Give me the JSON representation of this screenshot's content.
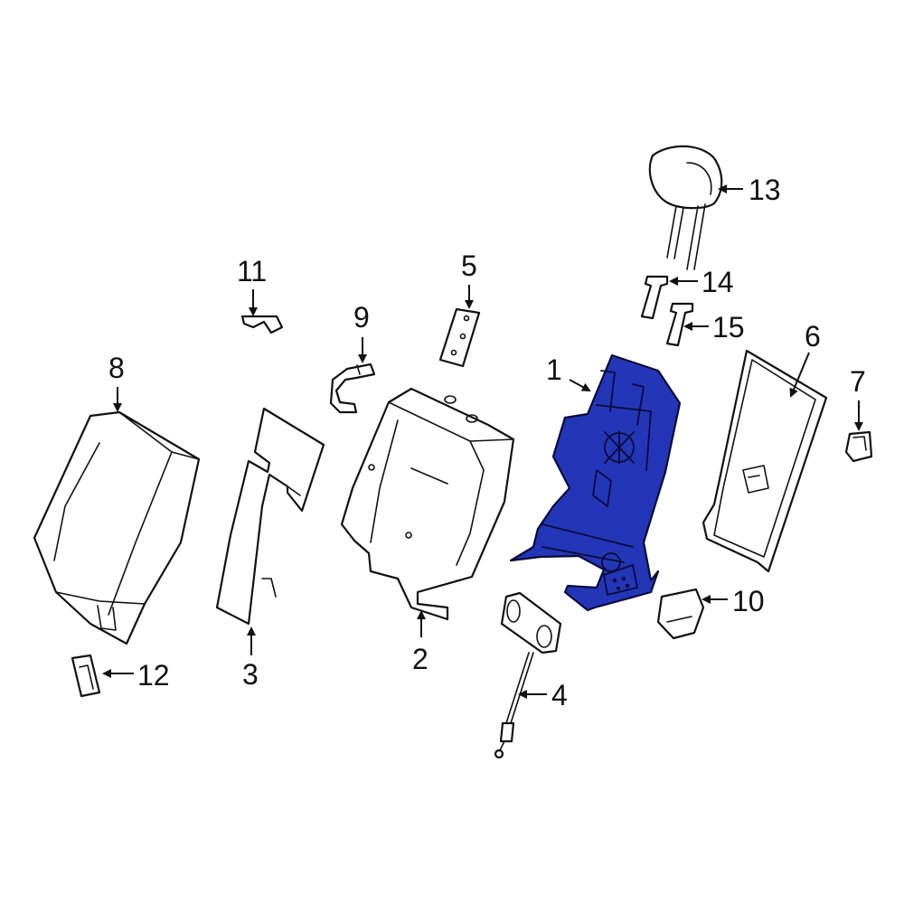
{
  "colors": {
    "highlight": "#2436b8",
    "line": "#111111",
    "background": "#ffffff"
  },
  "callouts": {
    "c1": "1",
    "c2": "2",
    "c3": "3",
    "c4": "4",
    "c5": "5",
    "c6": "6",
    "c7": "7",
    "c8": "8",
    "c9": "9",
    "c10": "10",
    "c11": "11",
    "c12": "12",
    "c13": "13",
    "c14": "14",
    "c15": "15"
  }
}
